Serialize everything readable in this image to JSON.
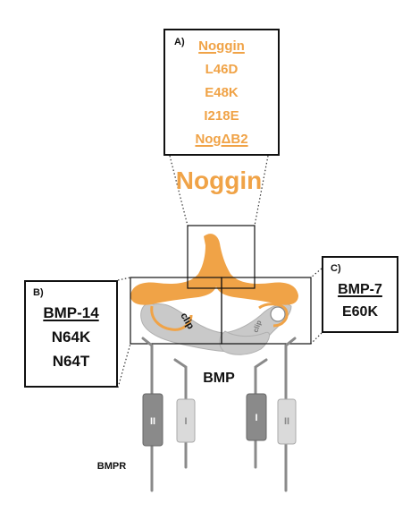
{
  "colors": {
    "noggin_orange": "#F0A347",
    "bmp_gray": "#C9C9C9",
    "receptor_dark": "#8A8A8A",
    "receptor_light": "#DADADA",
    "outline": "#111111"
  },
  "title": "Noggin",
  "bmp_label": "BMP",
  "bmpr_label": "BMPR",
  "clip_label": "clip",
  "receptor_labels": {
    "type_two": "II",
    "type_one": "I"
  },
  "panel_a": {
    "tag": "A)",
    "heading": "Noggin",
    "mutations": [
      "L46D",
      "E48K",
      "I218E",
      "NogΔB2"
    ]
  },
  "panel_b": {
    "tag": "B)",
    "heading": "BMP-14",
    "mutations": [
      "N64K",
      "N64T"
    ]
  },
  "panel_c": {
    "tag": "C)",
    "heading": "BMP-7",
    "mutations": [
      "E60K"
    ]
  }
}
